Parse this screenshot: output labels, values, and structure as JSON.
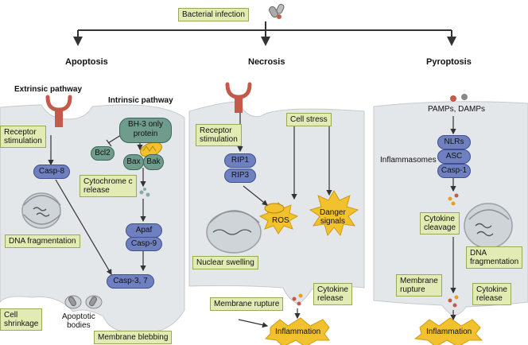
{
  "top": {
    "bacterial_infection": "Bacterial infection"
  },
  "headers": {
    "apoptosis": "Apoptosis",
    "necrosis": "Necrosis",
    "pyroptosis": "Pyroptosis"
  },
  "apoptosis": {
    "extrinsic_pathway": "Extrinsic pathway",
    "intrinsic_pathway": "Intrinsic pathway",
    "receptor_stimulation_1": "Receptor",
    "receptor_stimulation_2": "stimulation",
    "casp8": "Casp-8",
    "bh3_line1": "BH-3 only",
    "bh3_line2": "protein",
    "bcl2": "Bcl2",
    "bax": "Bax",
    "bak": "Bak",
    "cyto_line1": "Cytochrome c",
    "cyto_line2": "release",
    "apaf": "Apaf",
    "casp9": "Casp-9",
    "casp37": "Casp-3, 7",
    "dna_fragmentation": "DNA fragmentation",
    "cell_shrinkage_1": "Cell",
    "cell_shrinkage_2": "shrinkage",
    "apoptotic_bodies_1": "Apoptotic",
    "apoptotic_bodies_2": "bodies",
    "membrane_blebbing": "Membrane blebbing"
  },
  "necrosis": {
    "receptor_stimulation_1": "Receptor",
    "receptor_stimulation_2": "stimulation",
    "cell_stress": "Cell stress",
    "rip1": "RIP1",
    "rip3": "RIP3",
    "ros": "ROS",
    "danger_1": "Danger",
    "danger_2": "signals",
    "nuclear_swelling": "Nuclear swelling",
    "membrane_rupture": "Membrane rupture",
    "cytokine_release_1": "Cytokine",
    "cytokine_release_2": "release",
    "inflammation": "Inflammation"
  },
  "pyroptosis": {
    "pamps": "PAMPs, DAMPs",
    "inflammasomes": "Inflammasomes",
    "nlrs": "NLRs",
    "asc": "ASC",
    "casp1": "Casp-1",
    "cytokine_cleavage_1": "Cytokine",
    "cytokine_cleavage_2": "cleavage",
    "dna_fragmentation_1": "DNA",
    "dna_fragmentation_2": "fragmentation",
    "membrane_rupture_1": "Membrane",
    "membrane_rupture_2": "rupture",
    "cytokine_release_1": "Cytokine",
    "cytokine_release_2": "release",
    "inflammation": "Inflammation"
  },
  "colors": {
    "cell": "#e4e7ea",
    "label_box": "#e3ebb4",
    "caspase": "#6f80c0",
    "teal_protein": "#6f9c8c",
    "receptor": "#c65a4a",
    "burst": "#f2c12e"
  }
}
